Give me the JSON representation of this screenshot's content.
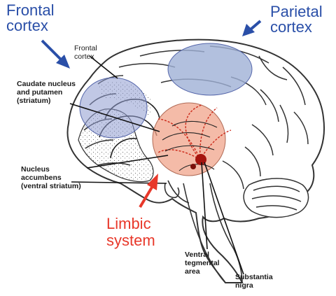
{
  "labels": {
    "frontal_cortex_big": "Frontal\ncortex",
    "parietal_cortex_big": "Parietal\ncortex",
    "frontal_cortex_small": "Frontal\ncortex",
    "caudate": "Caudate nucleus\nand putamen\n(striatum)",
    "nucleus_accumbens": "Nucleus\naccumbens\n(ventral striatum)",
    "limbic_system": "Limbic\nsystem",
    "ventral_tegmental": "Ventral\ntegmental\narea",
    "substantia_nigra": "Substantia\nnigra"
  },
  "colors": {
    "blue_label": "#2a4fa8",
    "red_label": "#e8382a",
    "frontal_region": "#8e9bd0",
    "parietal_region": "#9fb0d6",
    "limbic_region": "#f0a186",
    "pathway": "#cc2a1a"
  }
}
